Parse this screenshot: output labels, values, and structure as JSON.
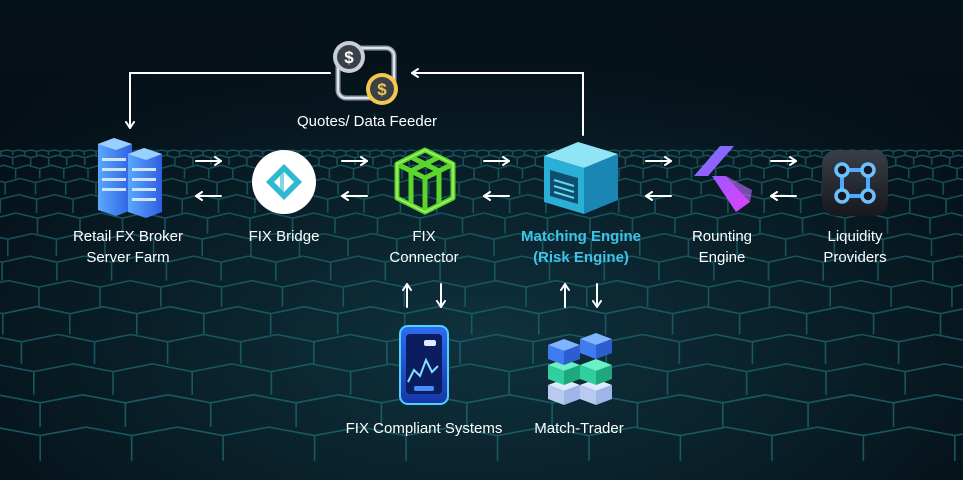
{
  "colors": {
    "background": "#06121b",
    "mesh": "#1f6f78",
    "text": "#ffffff",
    "accent": "#3fc4ea",
    "arrow": "#ffffff"
  },
  "nodes": {
    "quotes": {
      "icon": "dollar-coins-icon",
      "label": "Quotes/ Data Feeder"
    },
    "broker": {
      "icon": "server-rack-icon",
      "line1": "Retail FX Broker",
      "line2": "Server Farm"
    },
    "bridge": {
      "icon": "bridge-logo-icon",
      "line1": "FIX Bridge"
    },
    "connector": {
      "icon": "green-cube-icon",
      "line1": "FIX",
      "line2": "Connector"
    },
    "matching": {
      "icon": "blue-box-icon",
      "line1": "Matching Engine",
      "line2": "(Risk Engine)"
    },
    "routing": {
      "icon": "chevron-arrow-icon",
      "line1": "Rounting",
      "line2": "Engine"
    },
    "liquidity": {
      "icon": "network-nodes-icon",
      "line1": "Liquidity",
      "line2": "Providers"
    },
    "compliant": {
      "icon": "tablet-chart-icon",
      "label": "FIX Compliant Systems"
    },
    "matchtrader": {
      "icon": "stacked-blocks-icon",
      "label": "Match-Trader"
    }
  }
}
